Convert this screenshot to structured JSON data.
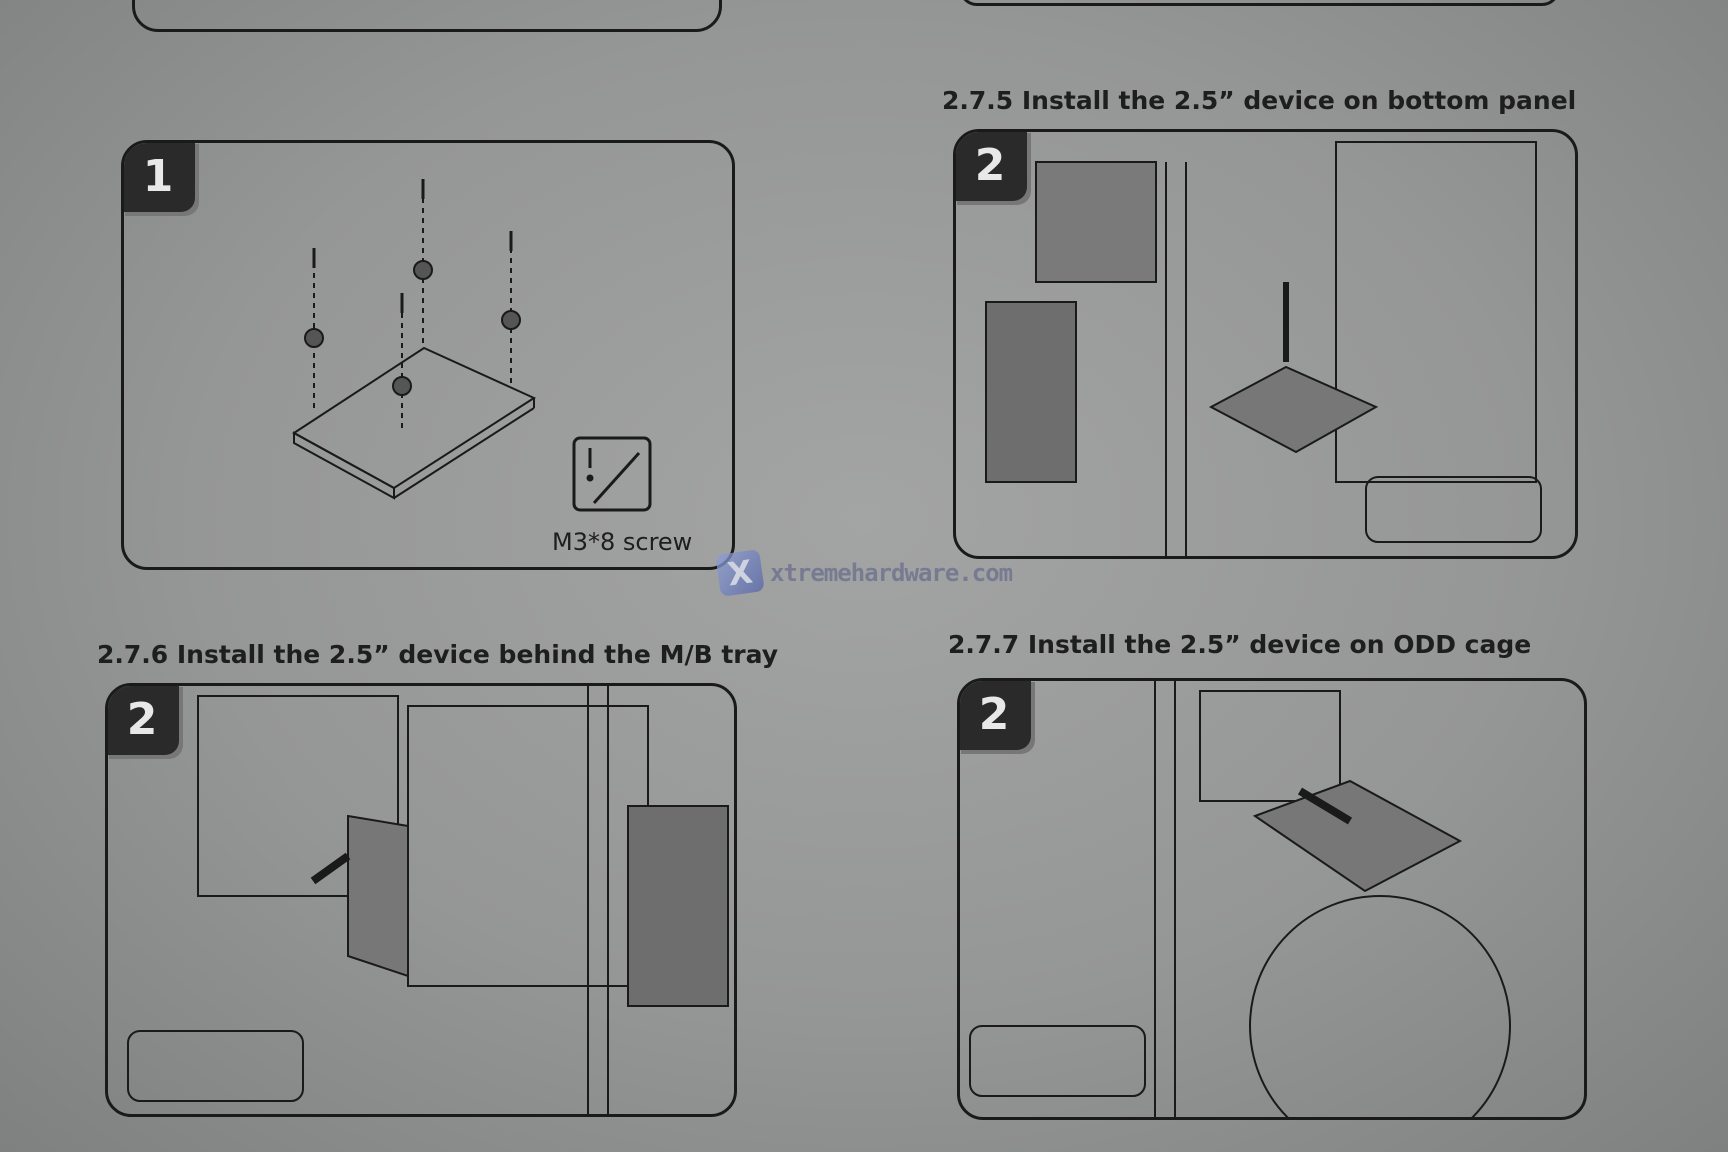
{
  "watermark": {
    "text": "xtremehardware.com",
    "logo": "X"
  },
  "panels": [
    {
      "step": "1",
      "caption": "M3*8 screw",
      "icon": "screwdriver-warning-icon"
    },
    {
      "title": "2.7.5 Install the 2.5” device on bottom panel",
      "step": "2"
    },
    {
      "title": "2.7.6 Install the 2.5” device behind the M/B tray",
      "step": "2"
    },
    {
      "title": "2.7.7 Install the 2.5” device on ODD cage",
      "step": "2"
    }
  ]
}
